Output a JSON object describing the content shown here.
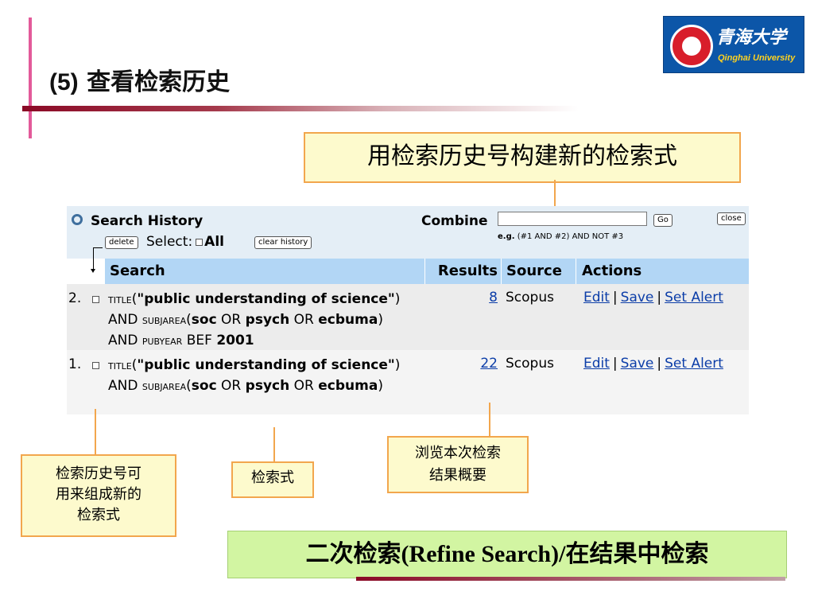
{
  "slide": {
    "title_num": "(5)",
    "title_text": "查看检索历史",
    "logo": {
      "cn": "青海大学",
      "en": "Qinghai University"
    }
  },
  "callouts": {
    "top": "用检索历史号构建新的检索式",
    "history_number": [
      "检索历史号可",
      "用来组成新的",
      "检索式"
    ],
    "query": "检索式",
    "results": [
      "浏览本次检索",
      "结果概要"
    ]
  },
  "bottom": {
    "part1": "二次检索",
    "part2": "(Refine Search)/",
    "part3": "在结果中检索"
  },
  "search_history": {
    "title": "Search History",
    "combine_label": "Combine",
    "combine_value": "",
    "go_label": "Go",
    "close_label": "close",
    "example_prefix": "e.g.",
    "example_text": " (#1 AND #2) AND NOT #3",
    "delete_label": "delete",
    "select_label": "Select:",
    "all_label": "All",
    "clear_label": "clear history",
    "columns": [
      "Search",
      "Results",
      "Source",
      "Actions"
    ],
    "actions": [
      "Edit",
      "Save",
      "Set Alert"
    ],
    "rows": [
      {
        "num": "2.",
        "results": "8",
        "source": "Scopus",
        "q": [
          "TITLE",
          "(",
          "\"public understanding of science\"",
          ") AND ",
          "SUBJAREA",
          "(",
          "soc",
          " OR ",
          "psych",
          " OR ",
          "ecbuma",
          ") AND ",
          "PUBYEAR",
          " BEF ",
          "2001"
        ]
      },
      {
        "num": "1.",
        "results": "22",
        "source": "Scopus",
        "q": [
          "TITLE",
          "(",
          "\"public understanding of science\"",
          ") AND ",
          "SUBJAREA",
          "(",
          "soc",
          " OR ",
          "psych",
          " OR ",
          "ecbuma",
          ")"
        ]
      }
    ]
  },
  "colors": {
    "callout_bg": "#fdfacd",
    "callout_border": "#f2a64d",
    "header_bg": "#e4eef6",
    "column_header_bg": "#b2d6f5",
    "link": "#0b3da8",
    "refine_bg": "#d2f5a2"
  }
}
